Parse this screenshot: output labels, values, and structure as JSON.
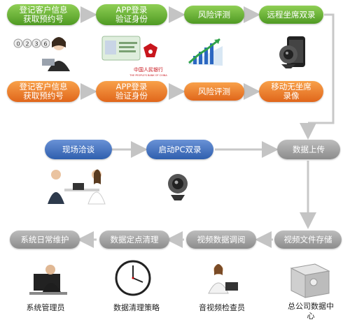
{
  "row1": [
    "登记客户信息\n获取预约号",
    "APP登录\n验证身份",
    "风险评测",
    "远程坐席双录"
  ],
  "row2": [
    "登记客户信息\n获取预约号",
    "APP登录\n验证身份",
    "风险评测",
    "移动无坐席\n录像"
  ],
  "row3": [
    "现场洽谈",
    "启动PC双录",
    "数据上传"
  ],
  "row4": [
    "系统日常维护",
    "数据定点清理",
    "视频数据调阅",
    "视频文件存储"
  ],
  "captions": [
    "系统管理员",
    "数据清理策略",
    "音视频检查员",
    "总公司数据中\n心"
  ],
  "queue_digits": [
    "0",
    "2",
    "3",
    "6"
  ],
  "bank_logo_cn": "中国人民银行",
  "bank_logo_en": "THE PEOPLE'S BANK OF CHINA",
  "colors": {
    "green": "#5aa62b",
    "orange": "#ec7a24",
    "blue": "#3b6cbc",
    "gray": "#9a9a9a",
    "line": "#c8c8c8"
  }
}
